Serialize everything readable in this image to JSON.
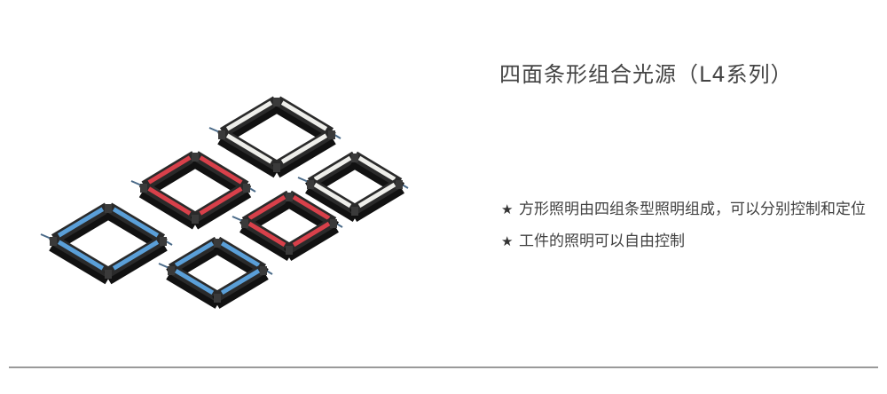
{
  "title": "四面条形组合光源（L4系列）",
  "features": [
    {
      "icon": "star-icon",
      "text": "方形照明由四组条型照明组成，可以分别控制和定位"
    },
    {
      "icon": "star-icon",
      "text": "工件的照明可以自由控制"
    }
  ],
  "colors": {
    "white": "#eeeeea",
    "red": "#d8404a",
    "blue": "#5a9fd8"
  }
}
